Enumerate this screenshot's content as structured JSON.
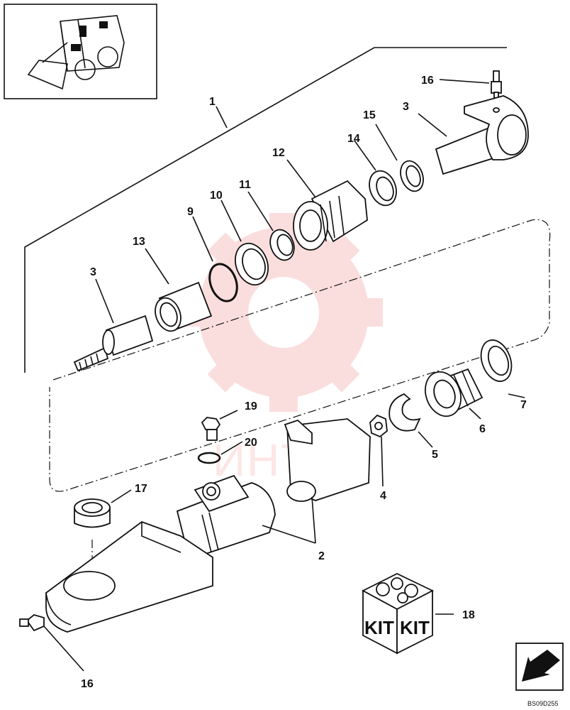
{
  "diagram": {
    "callouts": [
      {
        "id": "c1",
        "label": "1"
      },
      {
        "id": "c2",
        "label": "2"
      },
      {
        "id": "c3a",
        "label": "3"
      },
      {
        "id": "c3b",
        "label": "3"
      },
      {
        "id": "c4",
        "label": "4"
      },
      {
        "id": "c5",
        "label": "5"
      },
      {
        "id": "c6",
        "label": "6"
      },
      {
        "id": "c7",
        "label": "7"
      },
      {
        "id": "c9",
        "label": "9"
      },
      {
        "id": "c10",
        "label": "10"
      },
      {
        "id": "c11",
        "label": "11"
      },
      {
        "id": "c12",
        "label": "12"
      },
      {
        "id": "c13",
        "label": "13"
      },
      {
        "id": "c14",
        "label": "14"
      },
      {
        "id": "c15",
        "label": "15"
      },
      {
        "id": "c16a",
        "label": "16"
      },
      {
        "id": "c16b",
        "label": "16"
      },
      {
        "id": "c17",
        "label": "17"
      },
      {
        "id": "c18",
        "label": "18"
      },
      {
        "id": "c19",
        "label": "19"
      },
      {
        "id": "c20",
        "label": "20"
      }
    ],
    "kit_label": "KIT",
    "drawing_code": "BS09D255",
    "watermark_text": "ИНТЕХ",
    "colors": {
      "line": "#111111",
      "watermark": "#e53935",
      "background": "#ffffff"
    },
    "icons": [
      "loader-thumbnail-icon",
      "next-page-arrow-icon",
      "watermark-gear-icon"
    ]
  }
}
